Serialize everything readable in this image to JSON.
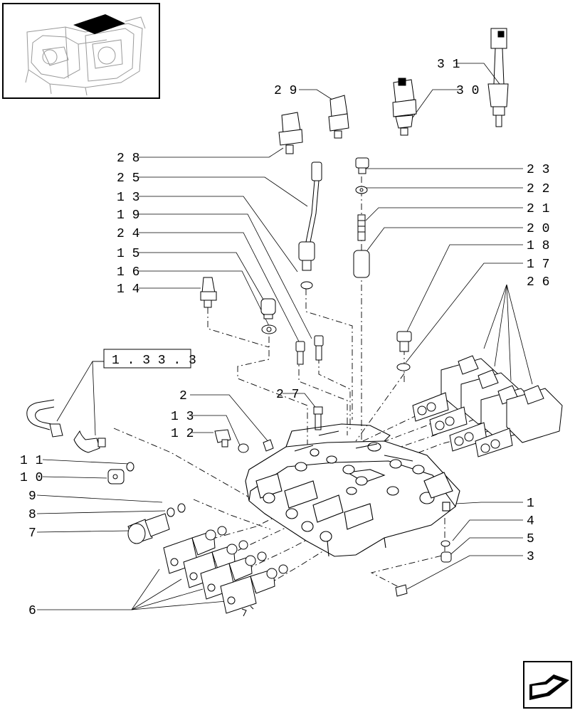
{
  "callouts": {
    "n31": "3 1",
    "n30": "3 0",
    "n29": "2 9",
    "n28": "2 8",
    "n25": "2 5",
    "n13a": "1 3",
    "n19": "1 9",
    "n24": "2 4",
    "n15": "1 5",
    "n16": "1 6",
    "n14": "1 4",
    "n23": "2 3",
    "n22": "2 2",
    "n21": "2 1",
    "n20": "2 0",
    "n18": "1 8",
    "n17": "1 7",
    "n26": "2 6",
    "n2": "2",
    "n27": "2 7",
    "n13b": "1 3",
    "n12": "1 2",
    "n11": "1 1",
    "n10": "1 0",
    "n9": "9",
    "n8": "8",
    "n7": "7",
    "n6": "6",
    "n1": "1",
    "n4": "4",
    "n5": "5",
    "n3": "3"
  },
  "reference": "1 . 3 3 . 3",
  "icons": {
    "thumbnail": "transmission-housing-thumbnail",
    "nav": "next-page-arrow-icon"
  }
}
